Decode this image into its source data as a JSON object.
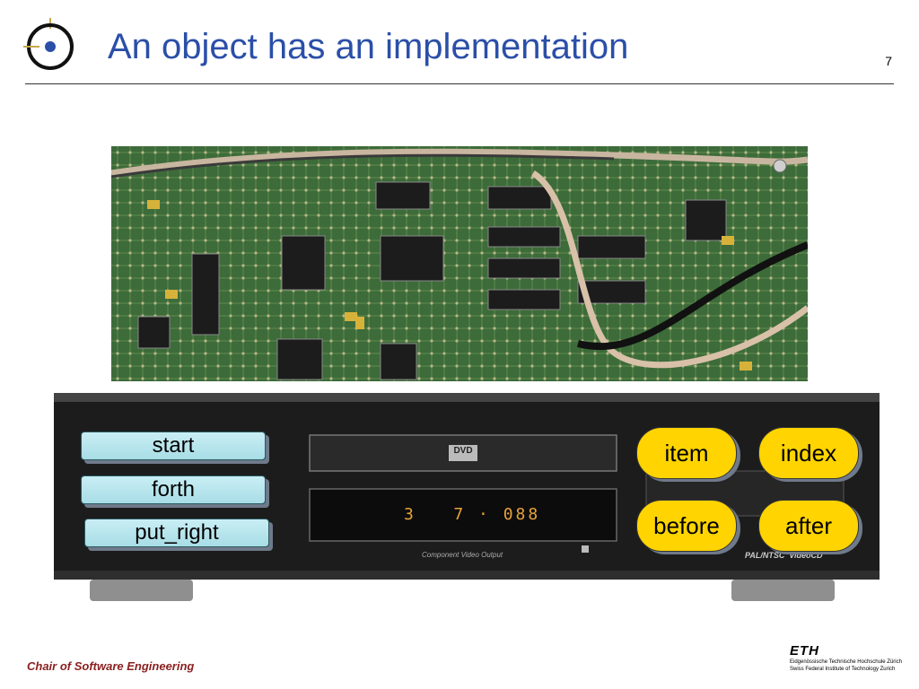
{
  "slide": {
    "title": "An object has an implementation",
    "page_number": "7"
  },
  "dvd_player": {
    "tray_logo": "DVD",
    "display_digits": "3   7 · 088",
    "front_label": "Component Video Output",
    "brand_label": "PAL/NTSC  VideoCD"
  },
  "commands": [
    {
      "label": "start"
    },
    {
      "label": "forth"
    },
    {
      "label": "put_right"
    }
  ],
  "queries": [
    {
      "label": "item"
    },
    {
      "label": "index"
    },
    {
      "label": "before"
    },
    {
      "label": "after"
    }
  ],
  "footer": {
    "chair": "Chair of Software Engineering",
    "eth_mark": "ETH",
    "eth_line1": "Eidgenössische Technische Hochschule Zürich",
    "eth_line2": "Swiss Federal Institute of Technology Zurich"
  },
  "colors": {
    "title": "#2b4fa8",
    "command_fill": "#b6e4ec",
    "query_fill": "#ffd400",
    "footer_text": "#8a1f1f"
  }
}
